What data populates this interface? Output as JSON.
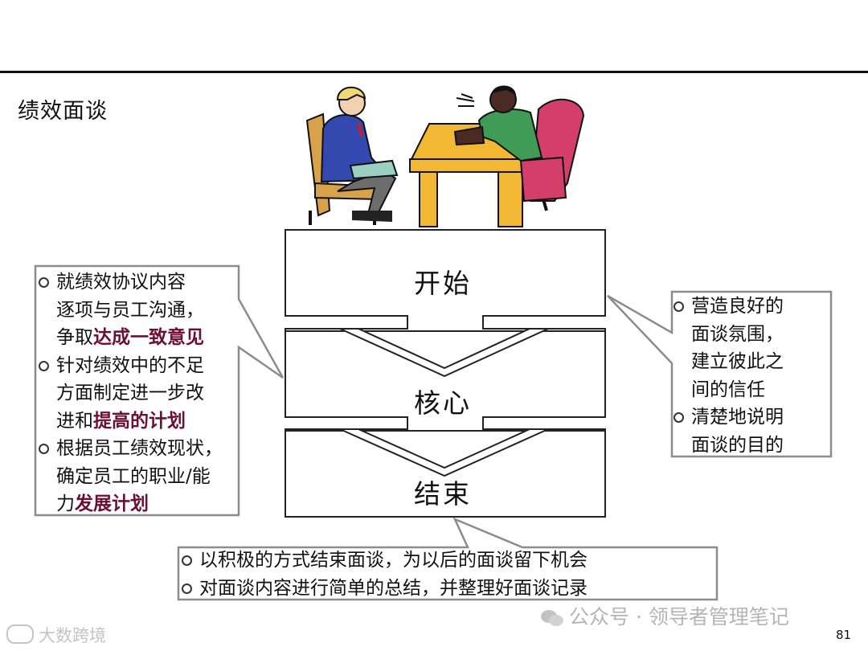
{
  "page_title": "绩效面谈",
  "stages": [
    "开始",
    "核心",
    "结束"
  ],
  "left_callout": {
    "items": [
      {
        "lines": [
          [
            {
              "t": "就绩效协议内容"
            }
          ],
          [
            {
              "t": "逐项与员工沟通，"
            }
          ],
          [
            {
              "t": "争取"
            },
            {
              "t": "达成一致意见",
              "hl": true
            }
          ]
        ]
      },
      {
        "lines": [
          [
            {
              "t": "针对绩效中的不足"
            }
          ],
          [
            {
              "t": "方面制定进一步改"
            }
          ],
          [
            {
              "t": "进和"
            },
            {
              "t": "提高的计划",
              "hl": true
            }
          ]
        ]
      },
      {
        "lines": [
          [
            {
              "t": "根据员工绩效现状，"
            }
          ],
          [
            {
              "t": "确定员工的职业/能"
            }
          ],
          [
            {
              "t": "力"
            },
            {
              "t": "发展计划",
              "hl": true
            }
          ]
        ]
      }
    ]
  },
  "right_callout": {
    "items": [
      {
        "lines": [
          [
            {
              "t": "营造良好的"
            }
          ],
          [
            {
              "t": "面谈氛围，"
            }
          ],
          [
            {
              "t": "建立彼此之"
            }
          ],
          [
            {
              "t": "间的信任"
            }
          ]
        ]
      },
      {
        "lines": [
          [
            {
              "t": "清楚地说明"
            }
          ],
          [
            {
              "t": "面谈的目的"
            }
          ]
        ]
      }
    ]
  },
  "bottom_callout": {
    "items": [
      {
        "lines": [
          [
            {
              "t": "以积极的方式结束面谈，为以后的面谈留下机会"
            }
          ]
        ]
      },
      {
        "lines": [
          [
            {
              "t": "对面谈内容进行简单的总结，并整理好面谈记录"
            }
          ]
        ]
      }
    ]
  },
  "watermarks": {
    "right": "公众号 · 领导者管理笔记",
    "left": "大数跨境"
  },
  "page_number": "81",
  "colors": {
    "highlight": "#6d0e34",
    "callout_border": "#8c8c8c",
    "desk": "#f2b733",
    "chair_left": "#d8a24a",
    "chair_right": "#d43e6a",
    "jacket_left": "#3349b0",
    "sweater_right": "#3f9b55"
  }
}
